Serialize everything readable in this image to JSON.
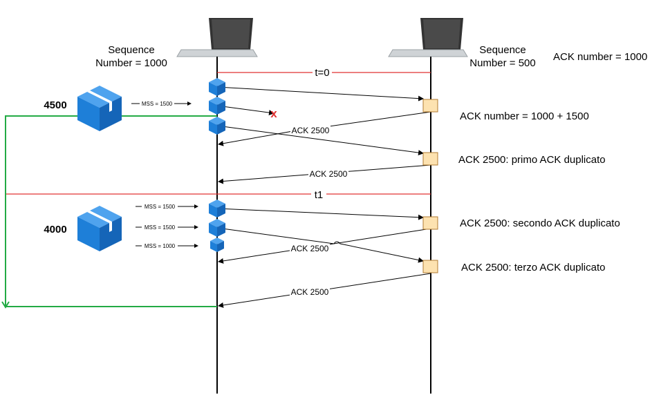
{
  "sender": {
    "sequence_label_line1": "Sequence",
    "sequence_label_line2": "Number = 1000"
  },
  "receiver": {
    "sequence_label_line1": "Sequence",
    "sequence_label_line2": "Number = 500",
    "ack_number_label": "ACK number = 1000"
  },
  "timeline": {
    "t0_label": "t=0",
    "t1_label": "t1"
  },
  "windows": [
    {
      "size_label": "4500",
      "mss_labels": [
        "MSS = 1500"
      ]
    },
    {
      "size_label": "4000",
      "mss_labels": [
        "MSS = 1500",
        "MSS = 1500",
        "MSS = 1000"
      ]
    }
  ],
  "ack_messages": [
    "ACK 2500",
    "ACK 2500",
    "ACK 2500",
    "ACK 2500"
  ],
  "annotations": [
    "ACK number = 1000 + 1500",
    "ACK 2500: primo ACK duplicato",
    "ACK 2500: secondo ACK duplicato",
    "ACK 2500: terzo ACK duplicato"
  ],
  "lost_marker": "x",
  "colors": {
    "timeline_red": "#e03030",
    "retransmit_green": "#22aa44",
    "packet_blue": "#1e7fd8",
    "ack_box_fill": "#fde2b0",
    "ack_box_stroke": "#b07a30"
  }
}
